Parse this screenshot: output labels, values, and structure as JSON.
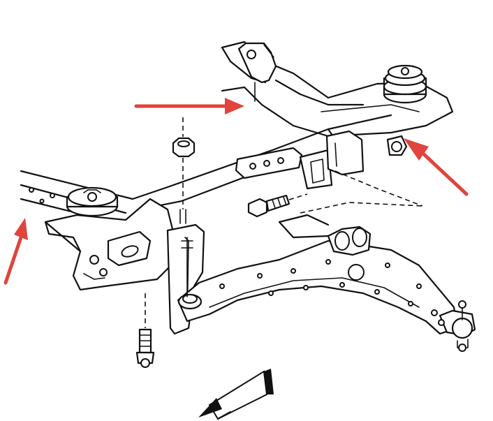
{
  "figure": {
    "subject": "front-suspension-crossmember-exploded-view",
    "callouts": [
      {
        "id": "arrow-top",
        "color": "#e0443c"
      },
      {
        "id": "arrow-left",
        "color": "#e0443c"
      },
      {
        "id": "arrow-right",
        "color": "#e0443c"
      }
    ],
    "colors": {
      "line": "#111111",
      "background": "#ffffff",
      "arrow": "#e0443c"
    }
  }
}
